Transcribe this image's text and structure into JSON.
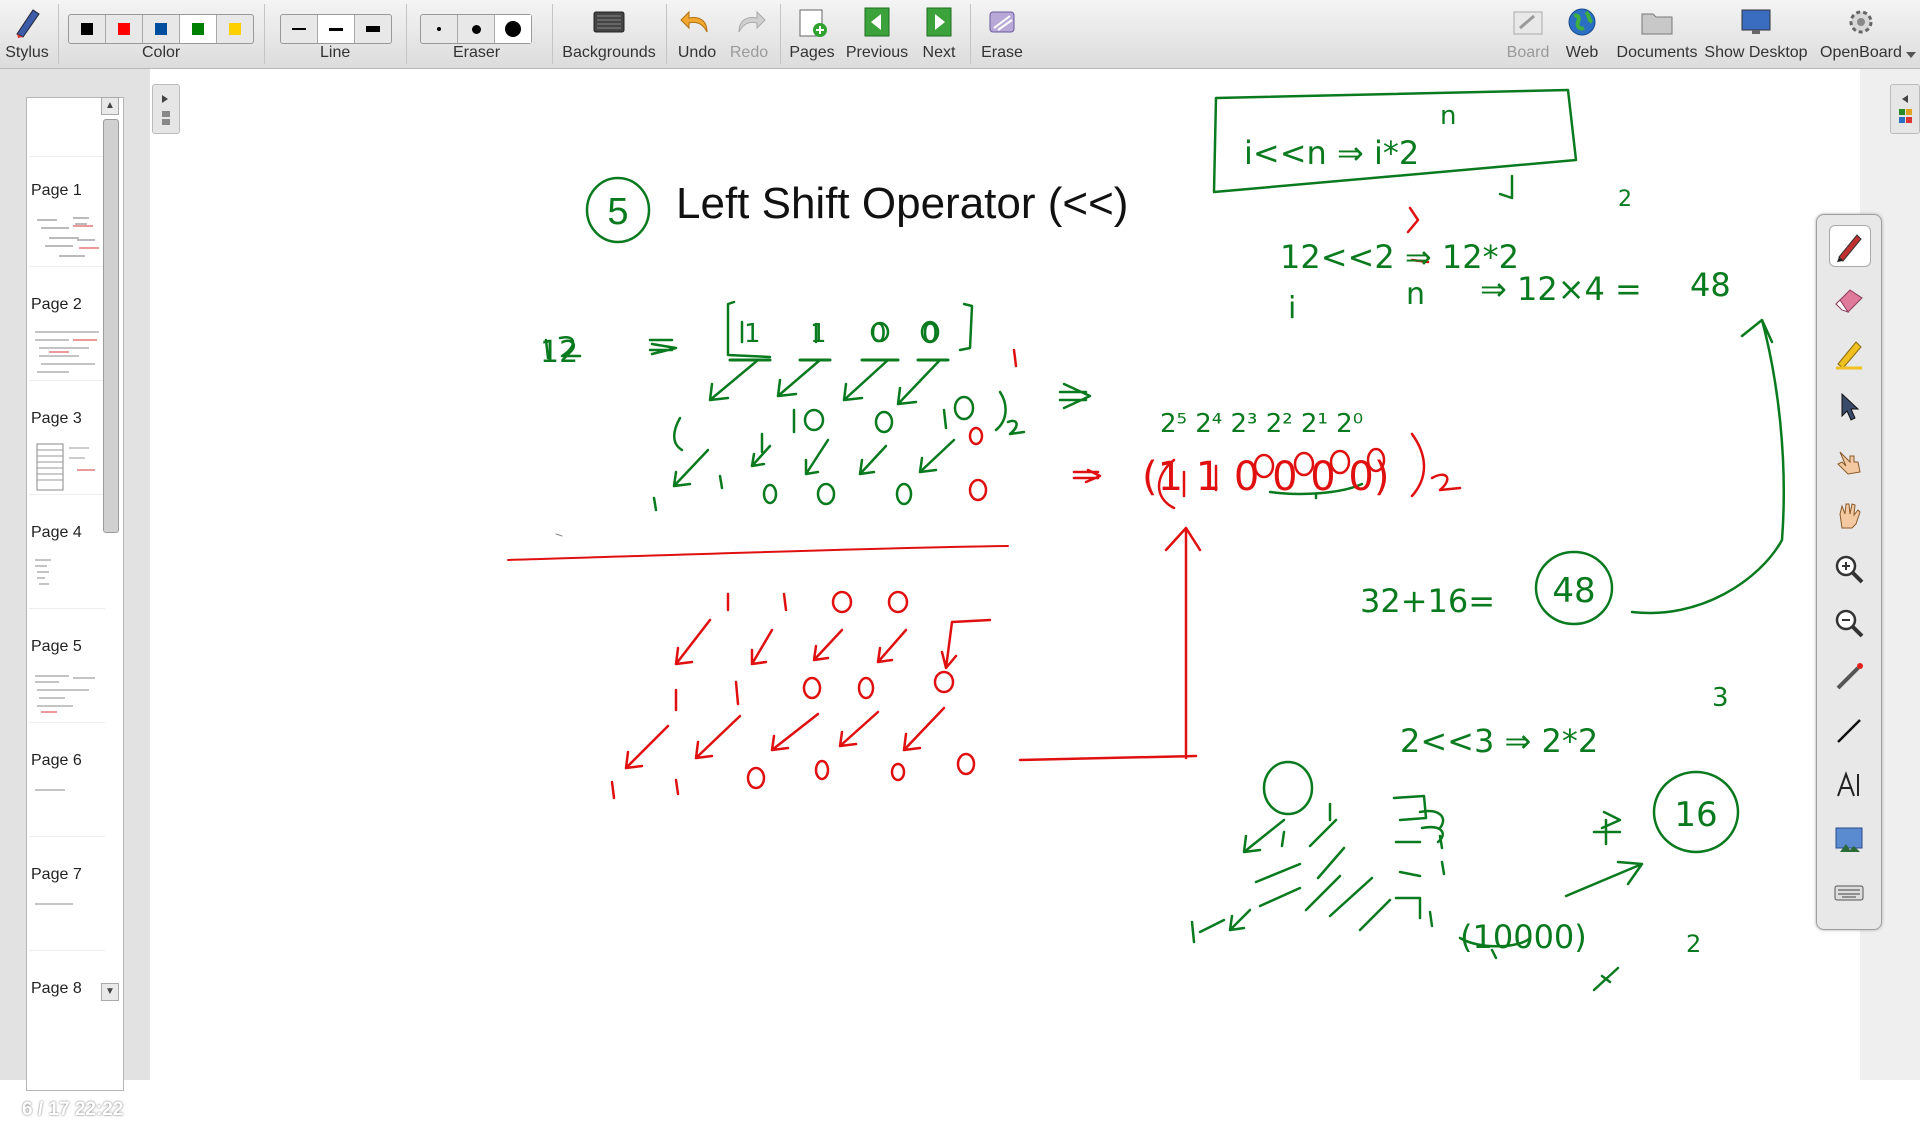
{
  "toolbar": {
    "stylus": "Stylus",
    "color": "Color",
    "line": "Line",
    "eraser": "Eraser",
    "backgrounds": "Backgrounds",
    "undo": "Undo",
    "redo": "Redo",
    "pages": "Pages",
    "previous": "Previous",
    "next": "Next",
    "erase": "Erase",
    "board": "Board",
    "web": "Web",
    "documents": "Documents",
    "show_desktop": "Show Desktop",
    "openboard": "OpenBoard"
  },
  "colors": {
    "black": "#000000",
    "red": "#ff0000",
    "blue": "#004f9e",
    "green": "#008000",
    "yellow": "#ffd000",
    "ink_green": "#0a7a1e",
    "ink_red": "#e01010"
  },
  "pages_panel": {
    "pages": [
      "Page 1",
      "Page 2",
      "Page 3",
      "Page 4",
      "Page 5",
      "Page 6",
      "Page 7",
      "Page 8"
    ],
    "status": "6 / 17 22:22"
  },
  "board": {
    "title": "Left Shift Operator (<<)",
    "section_number": "5",
    "notes": {
      "n12": "12",
      "b1": "1",
      "b2": "1",
      "b3": "0",
      "b4": "0",
      "sum": "32+16=",
      "result48": "48",
      "box_formula": "i<<n  ⇒ i*2",
      "box_exp": "n",
      "eq1": "12<<2 ⇒ 12*2",
      "eq1_exp": "2",
      "i_lbl": "i",
      "n_lbl": "n",
      "eq2": "⇒ 12×4 =",
      "eq2_res": "48",
      "powers": "2⁵ 2⁴ 2³ 2² 2¹ 2⁰",
      "shifted": "(1 1 0 0 0 0)",
      "sub2": "2",
      "eq3": "2<<3 ⇒ 2*2",
      "eq3_exp": "3",
      "result16": "16",
      "bin10000": "(10000)"
    }
  }
}
